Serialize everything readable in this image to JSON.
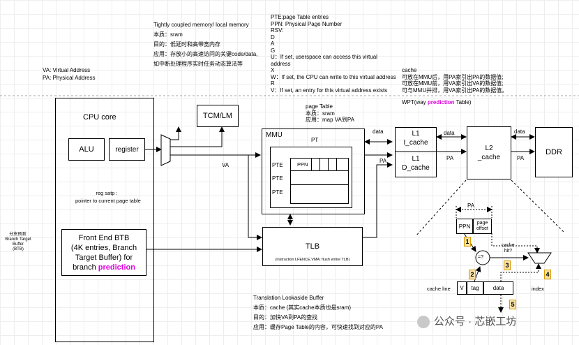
{
  "notes": {
    "va_pa": [
      "VA: Virtual Address",
      "PA: Physical Address"
    ],
    "tcm": [
      "Tightly coupled memory/ local memory",
      "本质：sram",
      "目的：低延时和高带宽内存",
      "应用：存放小的高速访问的关键code/data,",
      "如中断处理程序实时任务动态算法等"
    ],
    "pte": [
      "PTE:page Table entries",
      "PPN: Physical Page Number",
      "RSV:",
      "D",
      "A",
      "G",
      "U：If set, userspace can access this virtual",
      "address",
      "X",
      "W：If set, the CPU can write to this virtual address",
      "R",
      "V：If set, an entry for this virtual address exists"
    ],
    "cache": [
      "cache",
      "可放在MMU后，用PA索引出PA的数据值;",
      "可放在MMU前，用VA索引出VA的数据值;",
      "可与MMU并排，用VA索引出PA的数据值。"
    ],
    "wpt_prefix": "WPT(way ",
    "wpt_highlight": "prediction",
    "wpt_suffix": " Table)",
    "page_table": [
      "page Table",
      "本质：sram",
      "应用：map VA到PA"
    ],
    "tlb": [
      "Translation Lookaside Buffer",
      "本质：cache (其实cache本质也是sram)",
      "目的：加快VA到PA的查找",
      "应用：缓存Page Table的内容，可快速找到对应的PA"
    ],
    "btb_side": [
      "分支预测:",
      "Branch Target Buffer",
      "(BTB)"
    ]
  },
  "cpu": {
    "title": "CPU core",
    "alu": "ALU",
    "register": "register",
    "reg_satp": [
      "reg satp :",
      "pointer to current page table"
    ],
    "btb_lines": [
      "Front End BTB",
      "(4K entries, Branch",
      "Target Buffer) for"
    ],
    "btb_last_prefix": "branch ",
    "btb_highlight": "prediction"
  },
  "tcm_label": "TCM/LM",
  "mmu": {
    "title": "MMU",
    "pt": "PT",
    "pte_rows": [
      "PTE",
      "PTE",
      "PTE"
    ],
    "ppn": "PPN"
  },
  "tlb_box": {
    "title": "TLB",
    "subtitle": "(instruction LFENCE.VMA: flush entire TLB)"
  },
  "l1": {
    "top": "L1\nI_cache",
    "bottom": "L1\nD_cache"
  },
  "l2": "L2\n_cache",
  "ddr": "DDR",
  "arrows": {
    "va": "VA",
    "pa": "PA",
    "data": "data"
  },
  "cache_detail": {
    "pa": "PA",
    "ppn": "PPN",
    "page_offset": "page\noffset",
    "compare": "=?",
    "cache_hit": "cache\nhit?",
    "cache_line": "cache line",
    "v": "V",
    "tag": "tag",
    "data": "data",
    "index": "index",
    "steps": [
      "1",
      "2",
      "3",
      "4",
      "5"
    ]
  },
  "watermark": "公众号 · 芯嵌工坊"
}
